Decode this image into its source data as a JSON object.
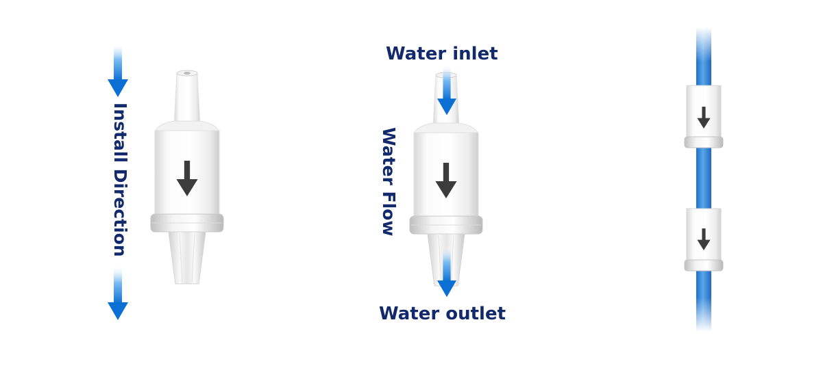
{
  "labels": {
    "install_direction": "Install Direction",
    "water_inlet": "Water inlet",
    "water_flow": "Water Flow",
    "water_outlet": "Water outlet"
  },
  "colors": {
    "text": "#12296b",
    "arrow_blue": "#0b74d6",
    "tube_blue": "#2f83d8",
    "dark_arrow": "#404040"
  },
  "icons": [
    "down-arrow-icon",
    "check-valve-icon",
    "blue-tube-icon"
  ]
}
